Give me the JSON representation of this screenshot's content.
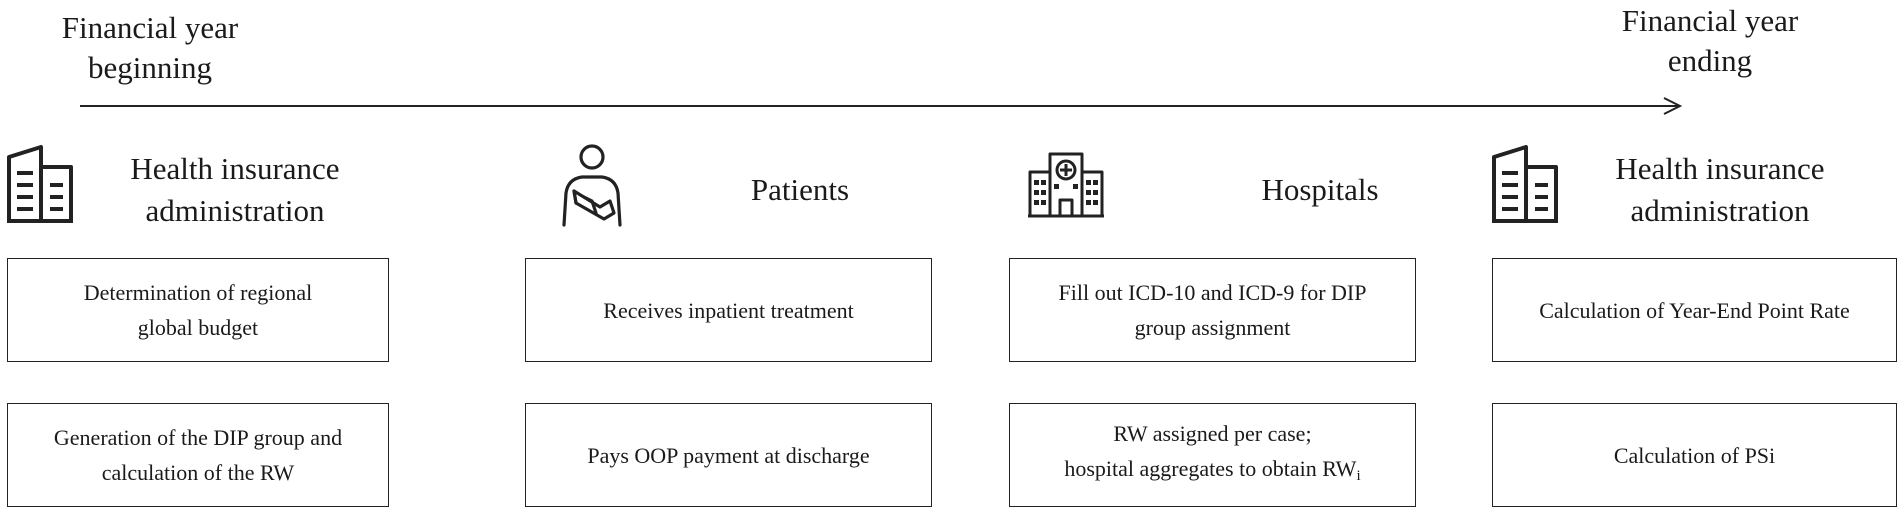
{
  "timeline": {
    "start_label": "Financial year\nbeginning",
    "end_label": "Financial year\nending"
  },
  "columns": [
    {
      "title": "Health insurance\nadministration",
      "icon": "building-icon",
      "boxes": [
        "Determination of regional\nglobal budget",
        "Generation of the DIP group and\ncalculation of the RW"
      ]
    },
    {
      "title": "Patients",
      "icon": "patient-icon",
      "boxes": [
        "Receives inpatient treatment",
        "Pays OOP payment at discharge"
      ]
    },
    {
      "title": "Hospitals",
      "icon": "hospital-icon",
      "boxes": [
        "Fill out ICD-10 and ICD-9 for DIP\ngroup assignment",
        "RW assigned per case;\nhospital aggregates to obtain RW"
      ],
      "box2_subscript": "i"
    },
    {
      "title": "Health insurance\nadministration",
      "icon": "building-icon",
      "boxes": [
        "Calculation of Year-End Point Rate",
        "Calculation of PSi"
      ]
    }
  ]
}
